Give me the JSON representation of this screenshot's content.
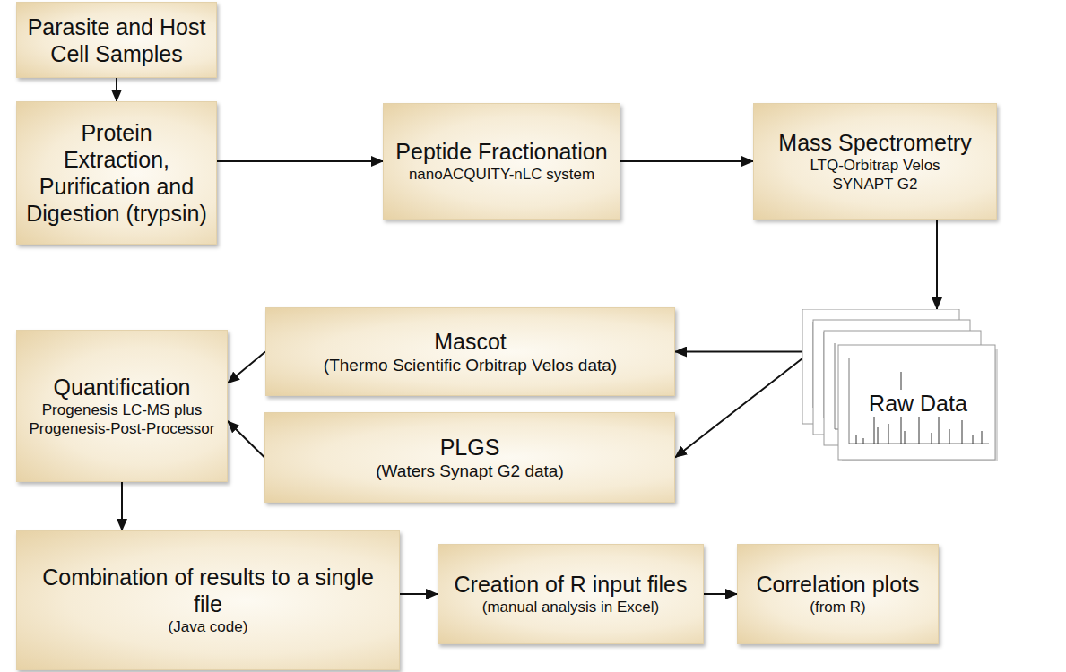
{
  "diagram": {
    "nodes": [
      {
        "text": [
          "Parasite and Host Cell Samples"
        ]
      },
      {
        "text": [
          "Protein Extraction, Purification and Digestion (trypsin)"
        ]
      },
      {
        "text": [
          "Peptide Fractionation",
          "nanoACQUITY-nLC system"
        ]
      },
      {
        "text": [
          "Mass Spectrometry",
          "LTQ-Orbitrap Velos",
          "SYNAPT G2"
        ]
      },
      {
        "text": [
          "Mascot",
          "(Thermo Scientific Orbitrap Velos data)"
        ]
      },
      {
        "text": [
          "Raw Data"
        ]
      },
      {
        "text": [
          "Quantification",
          "Progenesis LC-MS plus Progenesis-Post-Processor"
        ]
      },
      {
        "text": [
          "PLGS",
          "(Waters Synapt G2 data)"
        ]
      },
      {
        "text": [
          "Combination of results to a single file",
          "(Java code)"
        ]
      },
      {
        "text": [
          "Creation of R input files",
          "(manual analysis in Excel)"
        ]
      },
      {
        "text": [
          "Correlation plots",
          "(from R)"
        ]
      }
    ],
    "edges": [
      {
        "from": 0,
        "to": 1,
        "arrow": "to"
      },
      {
        "from": 1,
        "to": 2,
        "arrow": "to"
      },
      {
        "from": 2,
        "to": 3,
        "arrow": "to"
      },
      {
        "from": 3,
        "to": 5,
        "arrow": "to"
      },
      {
        "from": 5,
        "to": 4,
        "arrow": "to"
      },
      {
        "from": 5,
        "to": 7,
        "arrow": "to"
      },
      {
        "from": 4,
        "to": 6,
        "arrow": "to"
      },
      {
        "from": 7,
        "to": 6,
        "arrow": "to"
      },
      {
        "from": 6,
        "to": 8,
        "arrow": "to"
      },
      {
        "from": 8,
        "to": 9,
        "arrow": "to"
      },
      {
        "from": 9,
        "to": 10,
        "arrow": "to"
      }
    ]
  }
}
